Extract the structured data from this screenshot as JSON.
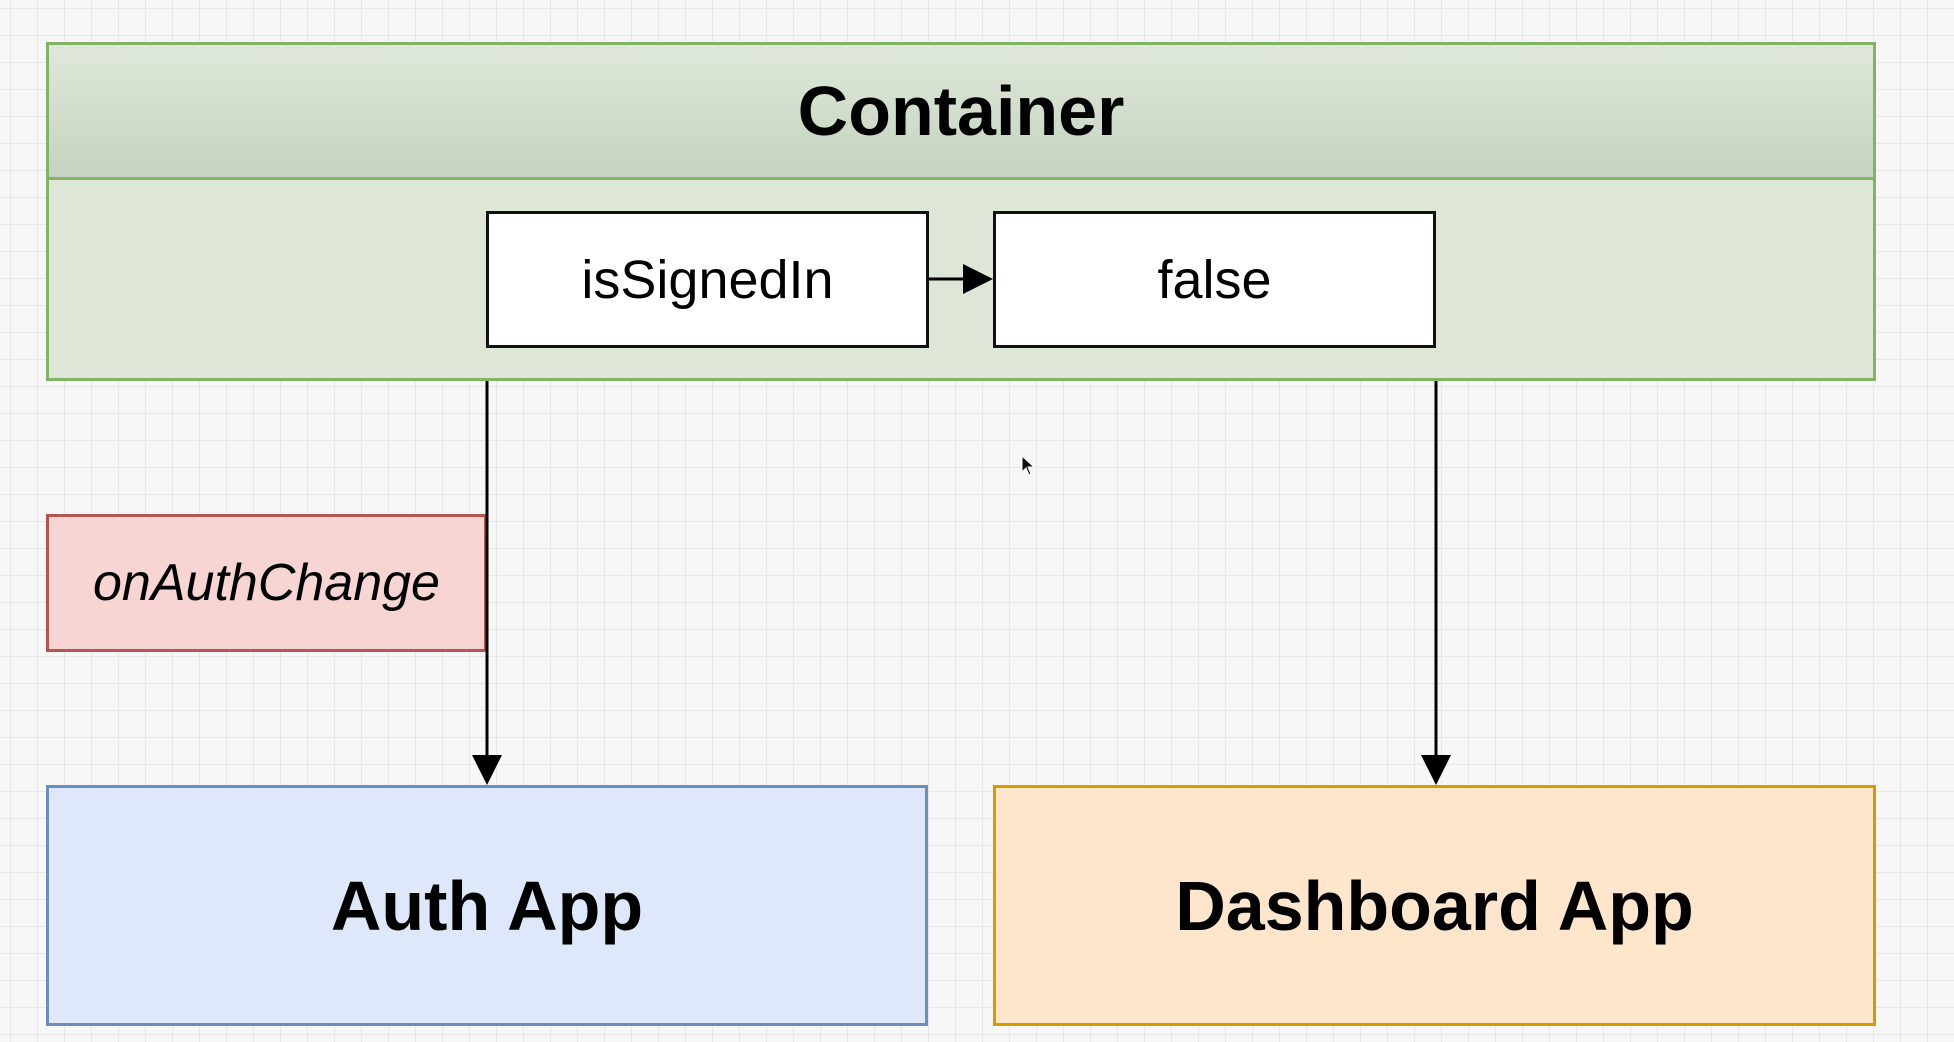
{
  "container": {
    "title": "Container",
    "state": {
      "key": "isSignedIn",
      "value": "false"
    }
  },
  "callback": {
    "label": "onAuthChange"
  },
  "apps": {
    "auth": "Auth App",
    "dashboard": "Dashboard App"
  },
  "colors": {
    "container_fill": "#dde6d7",
    "container_stroke": "#82b366",
    "callback_fill": "#f6d5d2",
    "callback_stroke": "#b85450",
    "auth_fill": "#dee8fa",
    "auth_stroke": "#6c8ebf",
    "dashboard_fill": "#fde6cc",
    "dashboard_stroke": "#d79b00",
    "grid": "#e7e7e7"
  },
  "icons": {
    "cursor": "mouse-pointer-icon"
  }
}
